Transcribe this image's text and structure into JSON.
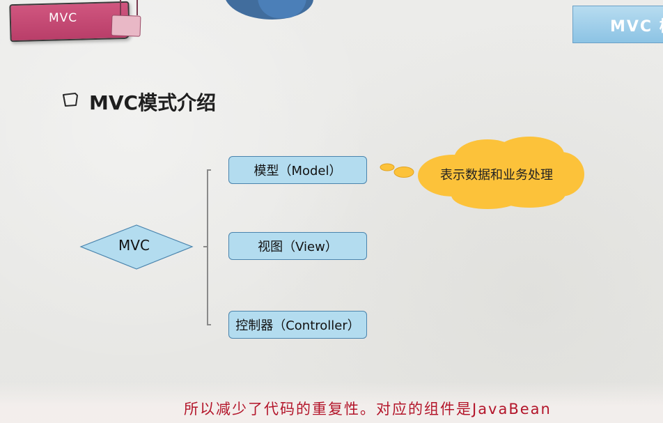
{
  "header": {
    "tab_label": "MVC",
    "banner_label": "MVC 模"
  },
  "slide": {
    "title": "MVC模式介绍"
  },
  "diagram": {
    "root": "MVC",
    "nodes": [
      "模型（Model）",
      "视图（View）",
      "控制器（Controller）"
    ],
    "callout": "表示数据和业务处理"
  },
  "subtitle": "所以减少了代码的重复性。对应的组件是JavaBean",
  "colors": {
    "node_fill": "#b3dcef",
    "node_border": "#4a84ad",
    "cloud_fill": "#fcc23a",
    "tab_pink": "#c34a72",
    "subtitle_red": "#b3152a"
  }
}
